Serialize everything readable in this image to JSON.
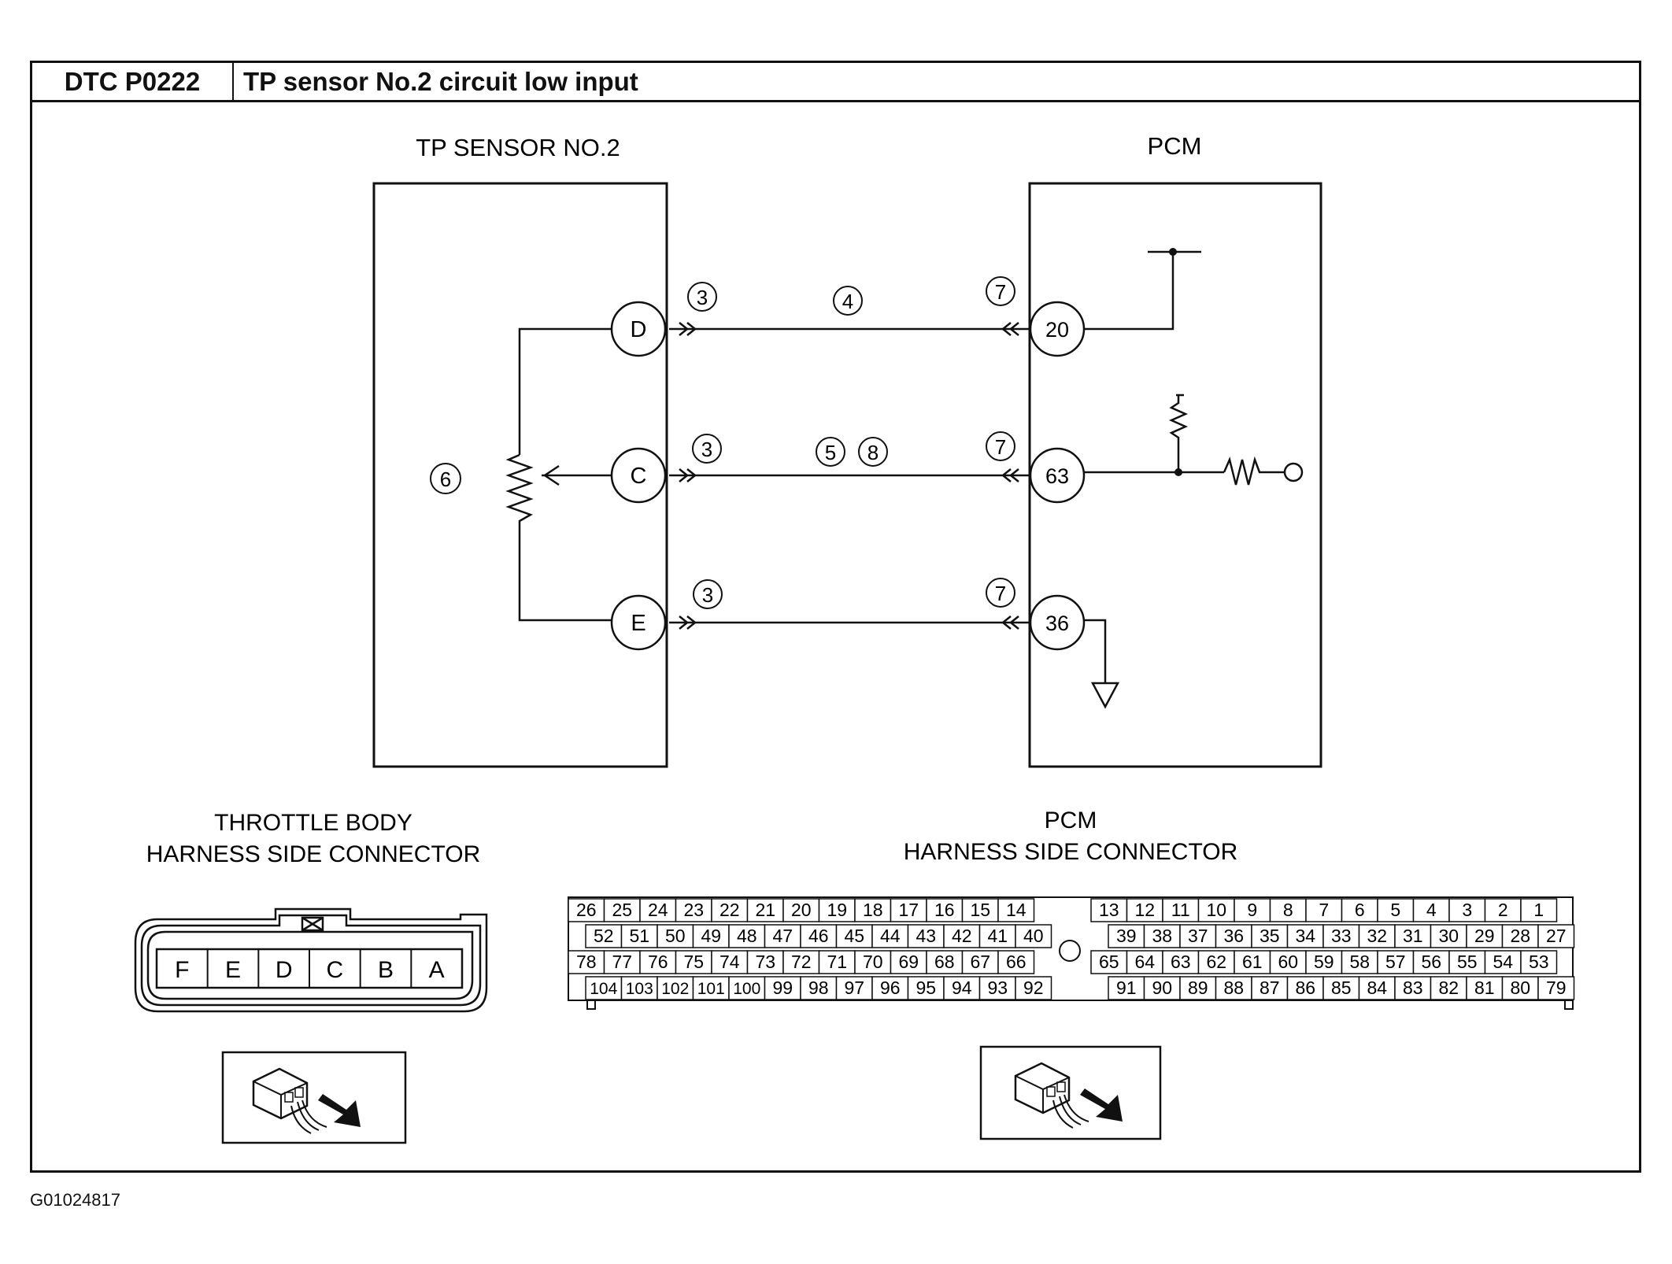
{
  "header": {
    "code": "DTC P0222",
    "title": "TP sensor No.2 circuit low input"
  },
  "blocks": {
    "sensor": "TP SENSOR NO.2",
    "pcm": "PCM"
  },
  "sensor_pins": [
    "D",
    "C",
    "E"
  ],
  "pcm_pins": [
    "20",
    "63",
    "36"
  ],
  "callouts": {
    "sensor_side": "3",
    "pcm_side": "7",
    "wire_d": "4",
    "wire_c_a": "5",
    "wire_c_b": "8",
    "resistor": "6"
  },
  "connector_labels": {
    "throttle_line1": "THROTTLE BODY",
    "throttle_line2": "HARNESS SIDE CONNECTOR",
    "pcm_line1": "PCM",
    "pcm_line2": "HARNESS SIDE CONNECTOR"
  },
  "throttle_connector_pins": [
    "F",
    "E",
    "D",
    "C",
    "B",
    "A"
  ],
  "pcm_connector": {
    "left": [
      [
        "26",
        "25",
        "24",
        "23",
        "22",
        "21",
        "20",
        "19",
        "18",
        "17",
        "16",
        "15",
        "14"
      ],
      [
        "52",
        "51",
        "50",
        "49",
        "48",
        "47",
        "46",
        "45",
        "44",
        "43",
        "42",
        "41",
        "40"
      ],
      [
        "78",
        "77",
        "76",
        "75",
        "74",
        "73",
        "72",
        "71",
        "70",
        "69",
        "68",
        "67",
        "66"
      ],
      [
        "104",
        "103",
        "102",
        "101",
        "100",
        "99",
        "98",
        "97",
        "96",
        "95",
        "94",
        "93",
        "92"
      ]
    ],
    "right": [
      [
        "13",
        "12",
        "11",
        "10",
        "9",
        "8",
        "7",
        "6",
        "5",
        "4",
        "3",
        "2",
        "1"
      ],
      [
        "39",
        "38",
        "37",
        "36",
        "35",
        "34",
        "33",
        "32",
        "31",
        "30",
        "29",
        "28",
        "27"
      ],
      [
        "65",
        "64",
        "63",
        "62",
        "61",
        "60",
        "59",
        "58",
        "57",
        "56",
        "55",
        "54",
        "53"
      ],
      [
        "91",
        "90",
        "89",
        "88",
        "87",
        "86",
        "85",
        "84",
        "83",
        "82",
        "81",
        "80",
        "79"
      ]
    ]
  },
  "figure_id": "G01024817"
}
